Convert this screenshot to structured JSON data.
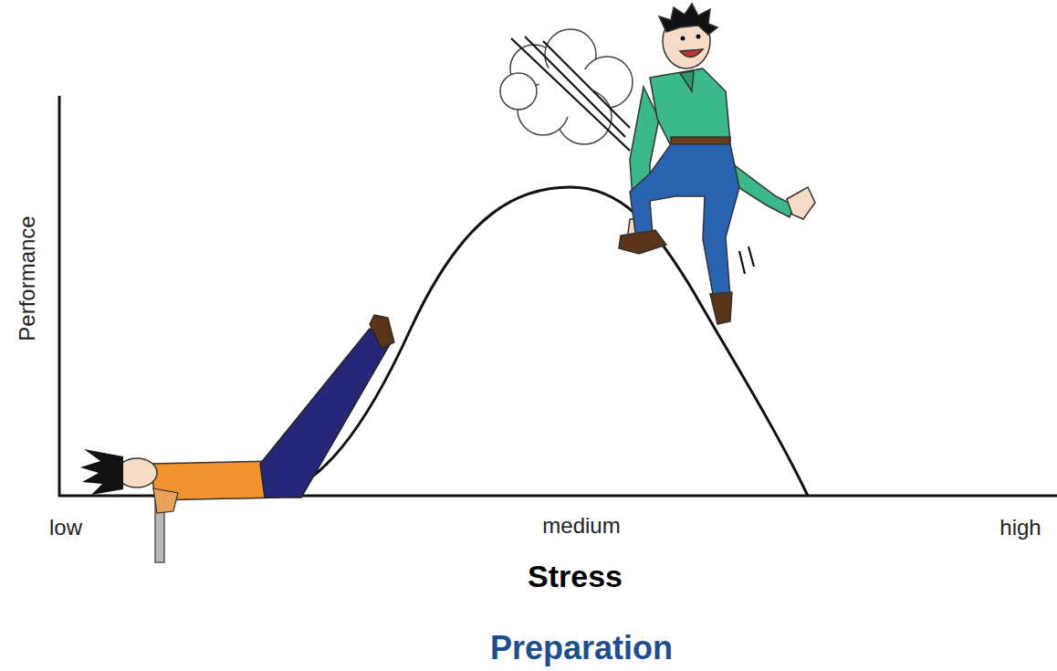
{
  "diagram": {
    "labels": [
      "Performance",
      "low",
      "medium",
      "high",
      "Stress",
      "Preparation"
    ]
  }
}
